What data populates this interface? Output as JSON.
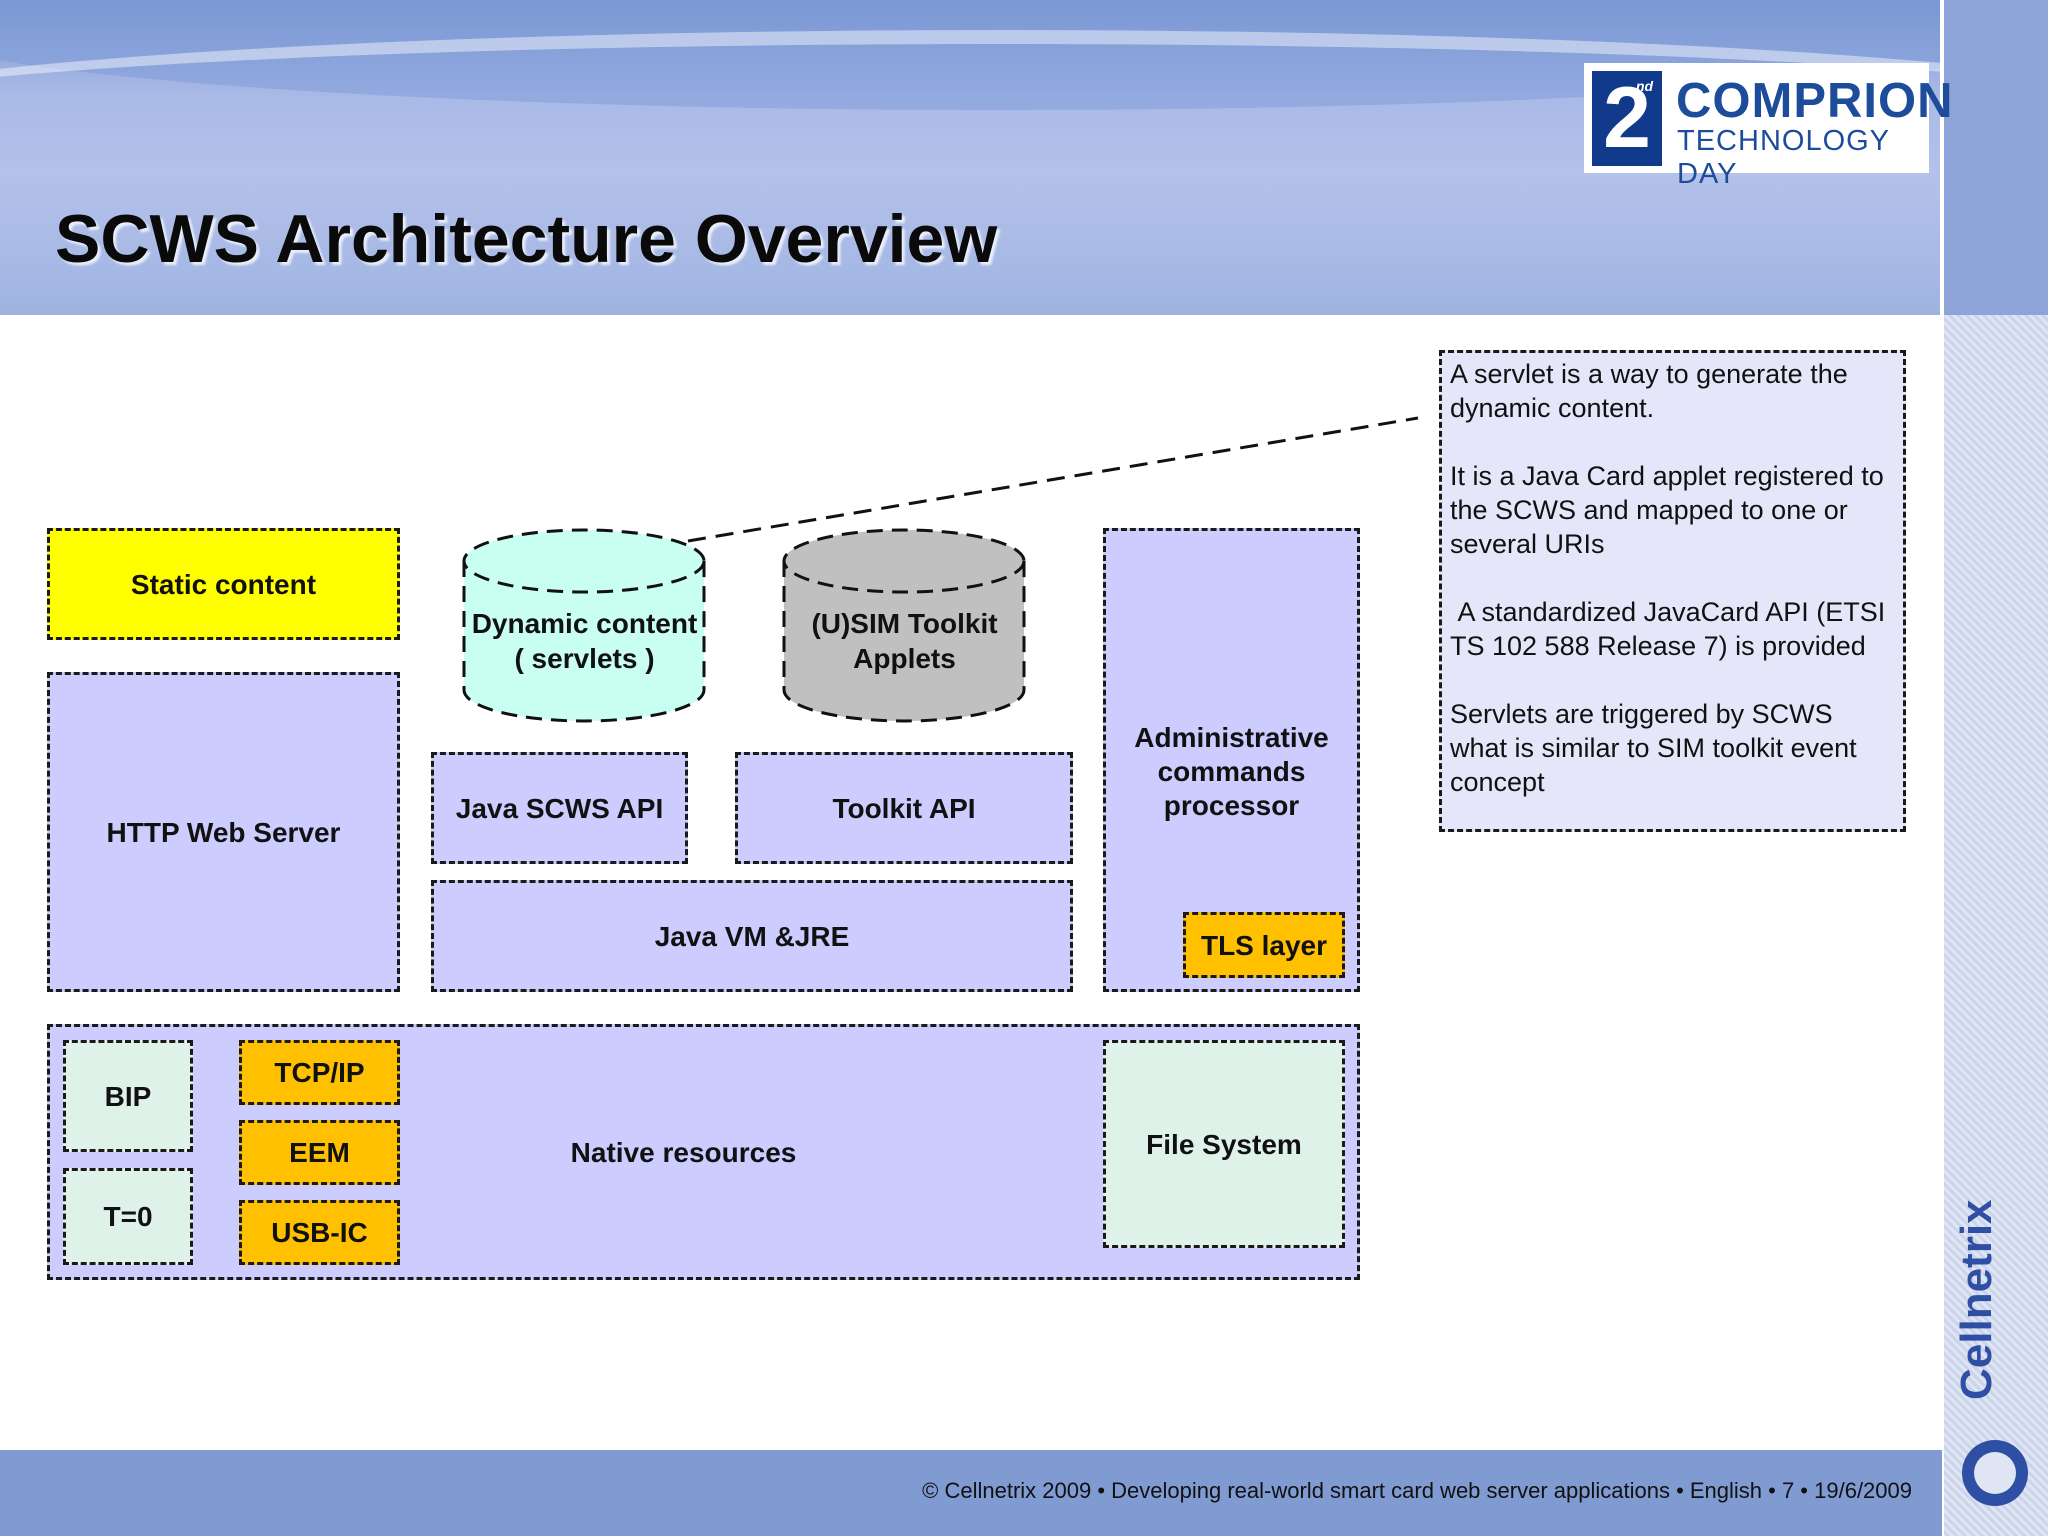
{
  "slide": {
    "title": "SCWS Architecture Overview",
    "logo": {
      "digit": "2",
      "superscript": "nd",
      "main": "COMPRION",
      "sub": "TECHNOLOGY DAY"
    },
    "brand": "Cellnetrix",
    "footer": "© Cellnetrix 2009 • Developing real-world smart card web server applications • English •  7 •  19/6/2009"
  },
  "diagram": {
    "static_content": "Static content",
    "http_web_server": "HTTP Web Server",
    "dynamic_content": [
      "Dynamic content",
      "( servlets )"
    ],
    "usim_toolkit": [
      "(U)SIM Toolkit",
      "Applets"
    ],
    "admin_processor": [
      "Administrative",
      "commands",
      "processor"
    ],
    "java_scws_api": "Java SCWS API",
    "toolkit_api": "Toolkit API",
    "java_vm": "Java VM &JRE",
    "tls_layer": "TLS layer",
    "bip": "BIP",
    "t0": "T=0",
    "tcpip": "TCP/IP",
    "eem": "EEM",
    "usbic": "USB-IC",
    "native_resources": "Native resources",
    "file_system": "File System"
  },
  "note": {
    "p1": "A servlet is a way to generate the dynamic content.",
    "p2": "It is a Java Card applet registered to the SCWS and mapped to one or several URIs",
    "p3": " A standardized JavaCard API (ETSI TS 102 588 Release 7) is provided",
    "p4": "Servlets are triggered by SCWS what is similar to SIM toolkit event concept"
  },
  "colors": {
    "lavender": "#ccccff",
    "yellow": "#ffff00",
    "orange": "#ffc000",
    "cyan_cylinder": "#c8fff0",
    "gray_cylinder": "#c0c0c0",
    "mint": "#dff2ea"
  }
}
